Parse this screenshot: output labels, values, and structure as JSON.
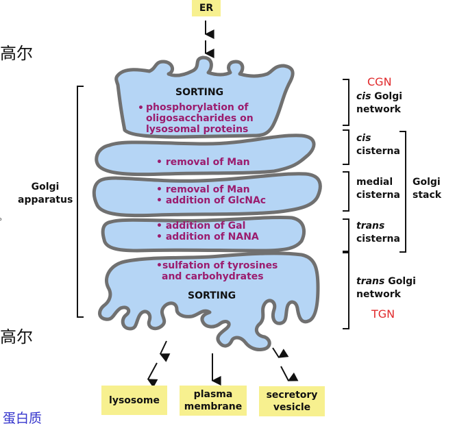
{
  "title_boxes": {
    "er": "ER"
  },
  "side_text": {
    "cn_top": "高尔",
    "cn_bottom": "高尔",
    "cn_blue": "蛋白质",
    "small_circle": "。"
  },
  "left_bracket_label": {
    "line1": "Golgi",
    "line2": "apparatus"
  },
  "compartments": {
    "cgn": {
      "sorting": "SORTING",
      "bullet": "•",
      "lines": [
        "phosphorylation of",
        "oligosaccharides on",
        "lysosomal proteins"
      ]
    },
    "cis": {
      "lines": [
        "removal of Man"
      ]
    },
    "medial": {
      "lines": [
        "removal of Man",
        "addition of GlcNAc"
      ]
    },
    "trans": {
      "lines": [
        "addition of Gal",
        "addition of NANA"
      ]
    },
    "tgn": {
      "lines": [
        "sulfation of tyrosines",
        "and carbohydrates"
      ],
      "sorting": "SORTING"
    }
  },
  "right_labels": {
    "cgn_abbr": "CGN",
    "cis_golgi_network": {
      "italic": "cis",
      "rest": " Golgi",
      "line2": "network"
    },
    "cis_cisterna": {
      "italic": "cis",
      "line2": "cisterna"
    },
    "medial_cisterna": {
      "line1": "medial",
      "line2": "cisterna"
    },
    "trans_cisterna": {
      "italic": "trans",
      "line2": "cisterna"
    },
    "golgi_stack": {
      "line1": "Golgi",
      "line2": "stack"
    },
    "trans_golgi_network": {
      "italic": "trans",
      "rest": " Golgi",
      "line2": "network"
    },
    "tgn_abbr": "TGN"
  },
  "destinations": {
    "lysosome": "lysosome",
    "plasma_membrane": {
      "line1": "plasma",
      "line2": "membrane"
    },
    "secretory_vesicle": {
      "line1": "secretory",
      "line2": "vesicle"
    }
  },
  "colors": {
    "cisterna_fill": "#b5d5f5",
    "cisterna_stroke": "#707070",
    "enzyme_text": "#9b1c6e",
    "abbr_red": "#e0282a",
    "box_yellow": "#f7f08f"
  }
}
